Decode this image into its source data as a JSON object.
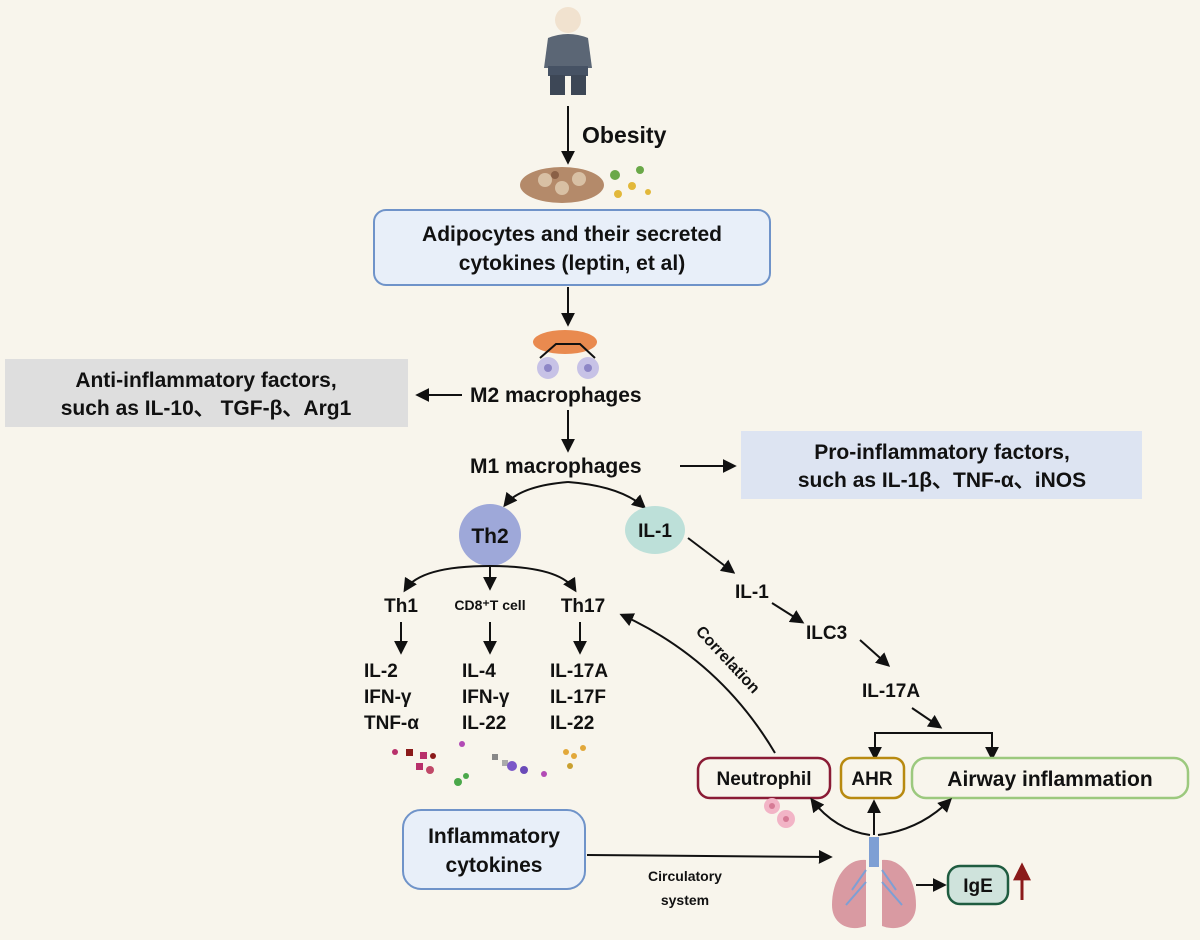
{
  "nodes": {
    "obesity": "Obesity",
    "adipocytes_line1": "Adipocytes and their secreted",
    "adipocytes_line2": "cytokines (leptin, et al)",
    "m2": "M2 macrophages",
    "anti_line1": "Anti-inflammatory factors,",
    "anti_line2": "such as IL-10、 TGF-β、Arg1",
    "m1": "M1 macrophages",
    "pro_line1": "Pro-inflammatory factors,",
    "pro_line2": "such as IL-1β、TNF-α、iNOS",
    "th2": "Th2",
    "il1_cell": "IL-1",
    "th1": "Th1",
    "cd8": "CD8⁺T cell",
    "th17": "Th17",
    "th1_cytokines": [
      "IL-2",
      "IFN-γ",
      "TNF-α"
    ],
    "cd8_cytokines": [
      "IL-4",
      "IFN-γ",
      "IL-22"
    ],
    "th17_cytokines": [
      "IL-17A",
      "IL-17F",
      "IL-22"
    ],
    "il1": "IL-1",
    "ilc3": "ILC3",
    "il17a": "IL-17A",
    "correlation": "Correlation",
    "neutrophil": "Neutrophil",
    "ahr": "AHR",
    "airway": "Airway inflammation",
    "inflam_line1": "Inflammatory",
    "inflam_line2": "cytokines",
    "circ_line1": "Circulatory",
    "circ_line2": "system",
    "ige": "IgE"
  },
  "colors": {
    "background": "#f8f5ec",
    "box_fill": "#e8eff9",
    "box_stroke": "#6f93c9",
    "grey_box": "#dedede",
    "pro_box": "#dde4f2",
    "th2_fill": "#9ea8d9",
    "il1_fill": "#bde0d9",
    "neutrophil_stroke": "#8a1b35",
    "ahr_stroke": "#b88a10",
    "airway_stroke": "#9cc97e",
    "ige_stroke": "#1f5c40",
    "ige_fill": "#cfe3dc",
    "up_arrow": "#8b1a1a",
    "lung": "#d99aa2"
  },
  "icons": [
    "person-icon",
    "adipose-tissue-icon",
    "macrophage-icon",
    "cytokine-dots-icon",
    "lungs-icon",
    "neutrophil-cells-icon"
  ]
}
